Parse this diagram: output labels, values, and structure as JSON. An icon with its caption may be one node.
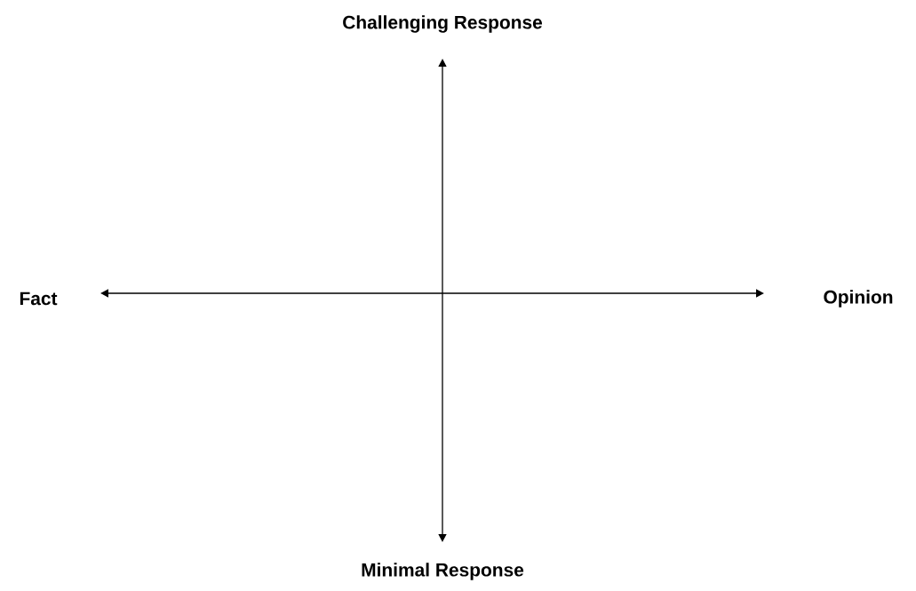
{
  "diagram": {
    "labels": [
      "Challenging Response",
      "Fact",
      "Opinion",
      "Minimal Response"
    ]
  }
}
